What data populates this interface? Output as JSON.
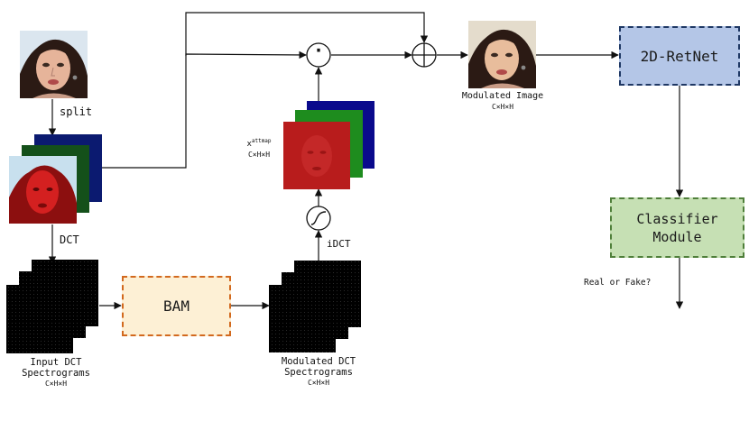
{
  "labels": {
    "split": "split",
    "dct": "DCT",
    "idct": "iDCT",
    "input_dct_line1": "Input DCT",
    "input_dct_line2": "Spectrograms",
    "input_dct_dims": "C×H×H",
    "modulated_dct_line1": "Modulated DCT",
    "modulated_dct_line2": "Spectrograms",
    "modulated_dct_dims": "C×H×H",
    "attmap_base": "x",
    "attmap_sup": "attmap",
    "attmap_dims": "C×H×H",
    "modulated_image": "Modulated Image",
    "modulated_image_dims": "C×H×H",
    "real_or_fake": "Real or Fake?",
    "multiply_symbol": "·"
  },
  "blocks": {
    "bam": "BAM",
    "retnet": "2D-RetNet",
    "classifier_line1": "Classifier",
    "classifier_line2": "Module"
  },
  "colors": {
    "bam_fill": "#fdf0d5",
    "bam_border": "#d2691e",
    "retnet_fill": "#b4c6e7",
    "retnet_border": "#1f3864",
    "classifier_fill": "#c6e0b4",
    "classifier_border": "#4f7f3a",
    "channel_red": "#c0161c",
    "channel_green": "#1e8c1e",
    "channel_blue": "#0a0a8c"
  }
}
